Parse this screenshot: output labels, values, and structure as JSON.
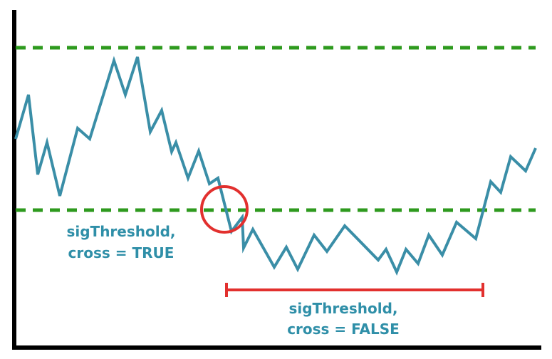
{
  "diagram": {
    "labels": {
      "cross_true_line1": "sigThreshold,",
      "cross_true_line2": "cross = TRUE",
      "cross_false_line1": "sigThreshold,",
      "cross_false_line2": "cross = FALSE"
    },
    "colors": {
      "signal": "#3a8ea7",
      "threshold": "#2e9a1e",
      "highlight": "#e2302e",
      "axis": "#000000",
      "label_text": "#2f8fa8"
    }
  }
}
